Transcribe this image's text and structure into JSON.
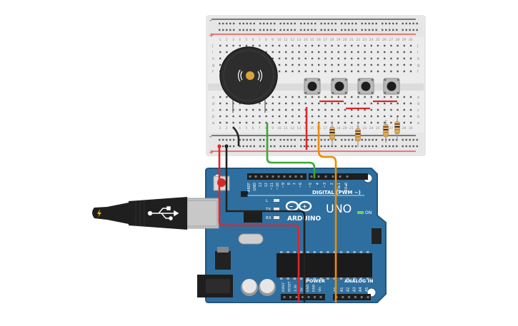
{
  "breadboard": {
    "column_numbers": [
      "1",
      "2",
      "3",
      "4",
      "5",
      "6",
      "7",
      "8",
      "9",
      "10",
      "11",
      "12",
      "13",
      "14",
      "15",
      "16",
      "17",
      "18",
      "19",
      "20",
      "21",
      "22",
      "23",
      "24",
      "25",
      "26",
      "27",
      "28",
      "29",
      "30"
    ],
    "row_letters_top": [
      "j",
      "i",
      "h",
      "g",
      "f"
    ],
    "row_letters_bottom": [
      "e",
      "d",
      "c",
      "b",
      "a"
    ],
    "rail_minus": "-",
    "rail_plus": "+"
  },
  "arduino": {
    "logo_text": "ARDUINO",
    "model": "UNO",
    "digital_label": "DIGITAL (PWM ~)",
    "analog_label": "ANALOG IN",
    "power_label": "POWER",
    "on_label": "ON",
    "led_labels": [
      "L",
      "TX",
      "RX"
    ],
    "digital_pins": [
      "AREF",
      "GND",
      "13",
      "12",
      "~11",
      "~10",
      "~9",
      "8",
      "7",
      "~6",
      "~5",
      "4",
      "~3",
      "2",
      "TX▸1",
      "RX◂0"
    ],
    "power_pins": [
      "IOREF",
      "RESET",
      "3.3V",
      "5V",
      "GND",
      "GND",
      "Vin"
    ],
    "analog_pins": [
      "A0",
      "A1",
      "A2",
      "A3",
      "A4",
      "A5"
    ]
  },
  "colors": {
    "breadboard_body": "#ececec",
    "rail_red": "#e53935",
    "rail_dark": "#3a3a3a",
    "board_blue": "#2f6f9f",
    "board_edge": "#24577d",
    "wire_black": "#222222",
    "wire_red": "#e0262a",
    "wire_green": "#3aa935",
    "wire_orange": "#f08c00",
    "usb_black": "#1f1f1f",
    "usb_silver": "#c8c8c8",
    "piezo_body": "#2d2d2d",
    "piezo_center": "#d6a43a"
  },
  "components": {
    "piezo": "piezo-buzzer",
    "buttons": 4,
    "resistors": 4,
    "usb_icon": "usb-icon"
  }
}
